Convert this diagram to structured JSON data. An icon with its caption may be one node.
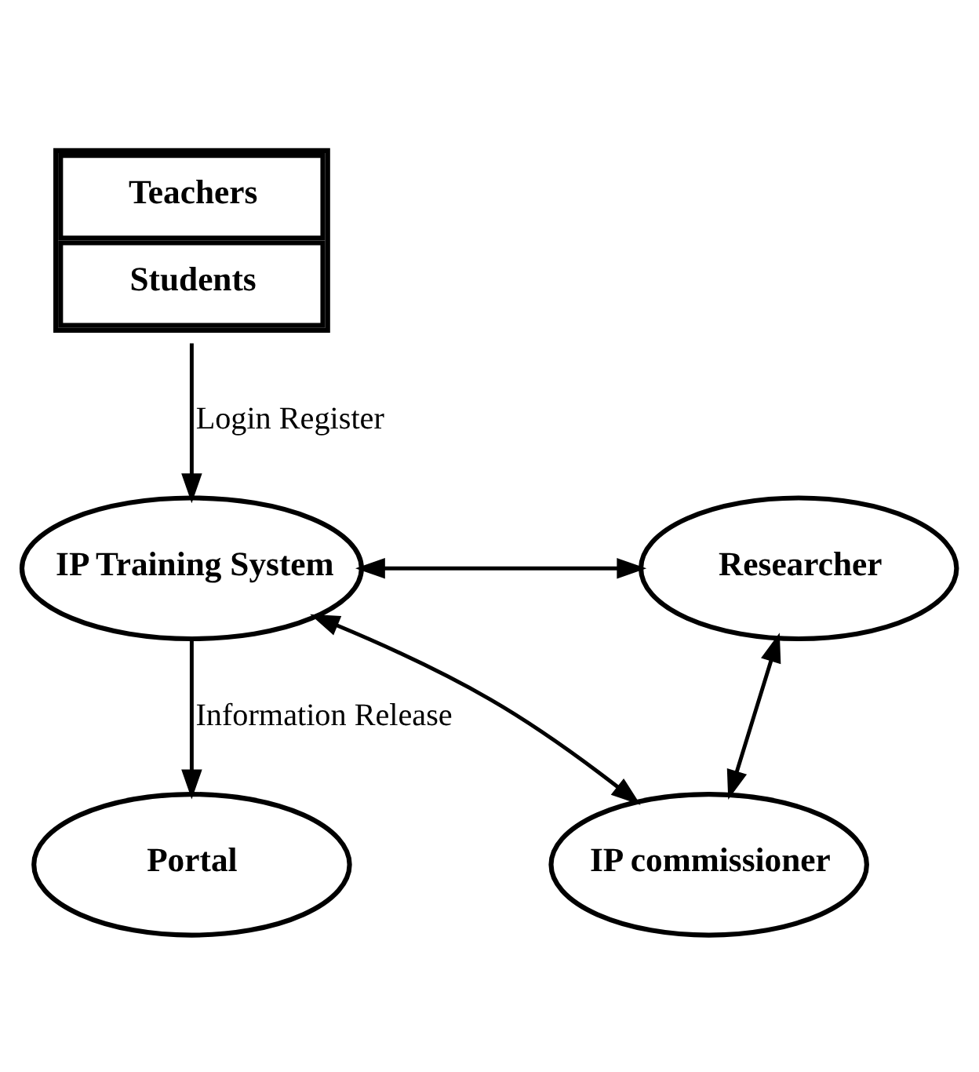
{
  "diagram": {
    "nodes": [
      {
        "text": [
          "Teachers",
          "Students"
        ]
      },
      {
        "text": [
          "IP Training System"
        ]
      },
      {
        "text": [
          "Researcher"
        ]
      },
      {
        "text": [
          "IP commissioner"
        ]
      },
      {
        "text": [
          "Portal"
        ]
      }
    ],
    "edges": [
      {
        "from": 0,
        "to": 1,
        "arrow": "to",
        "label": "Login Register"
      },
      {
        "from": 1,
        "to": 2,
        "arrow": "both"
      },
      {
        "from": 2,
        "to": 3,
        "arrow": "both"
      },
      {
        "from": 1,
        "to": 3,
        "arrow": "both"
      },
      {
        "from": 1,
        "to": 4,
        "arrow": "to",
        "label": "Information Release"
      }
    ]
  }
}
